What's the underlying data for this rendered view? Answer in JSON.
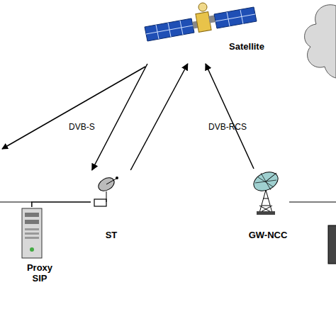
{
  "diagram": {
    "nodes": [
      {
        "text": [
          "Satellite"
        ]
      },
      {
        "text": [
          "ST"
        ]
      },
      {
        "text": [
          "GW-NCC"
        ]
      },
      {
        "text": [
          "Proxy SIP"
        ]
      }
    ],
    "edges": [
      {
        "from": 0,
        "to": 1,
        "arrow": "to"
      },
      {
        "from": 1,
        "to": 0,
        "arrow": "to"
      },
      {
        "from": 2,
        "to": 0,
        "arrow": "to"
      },
      {
        "from": 3,
        "to": 1,
        "arrow": "none"
      }
    ],
    "labels": [
      "DVB-S",
      "DVB-RCS"
    ]
  }
}
